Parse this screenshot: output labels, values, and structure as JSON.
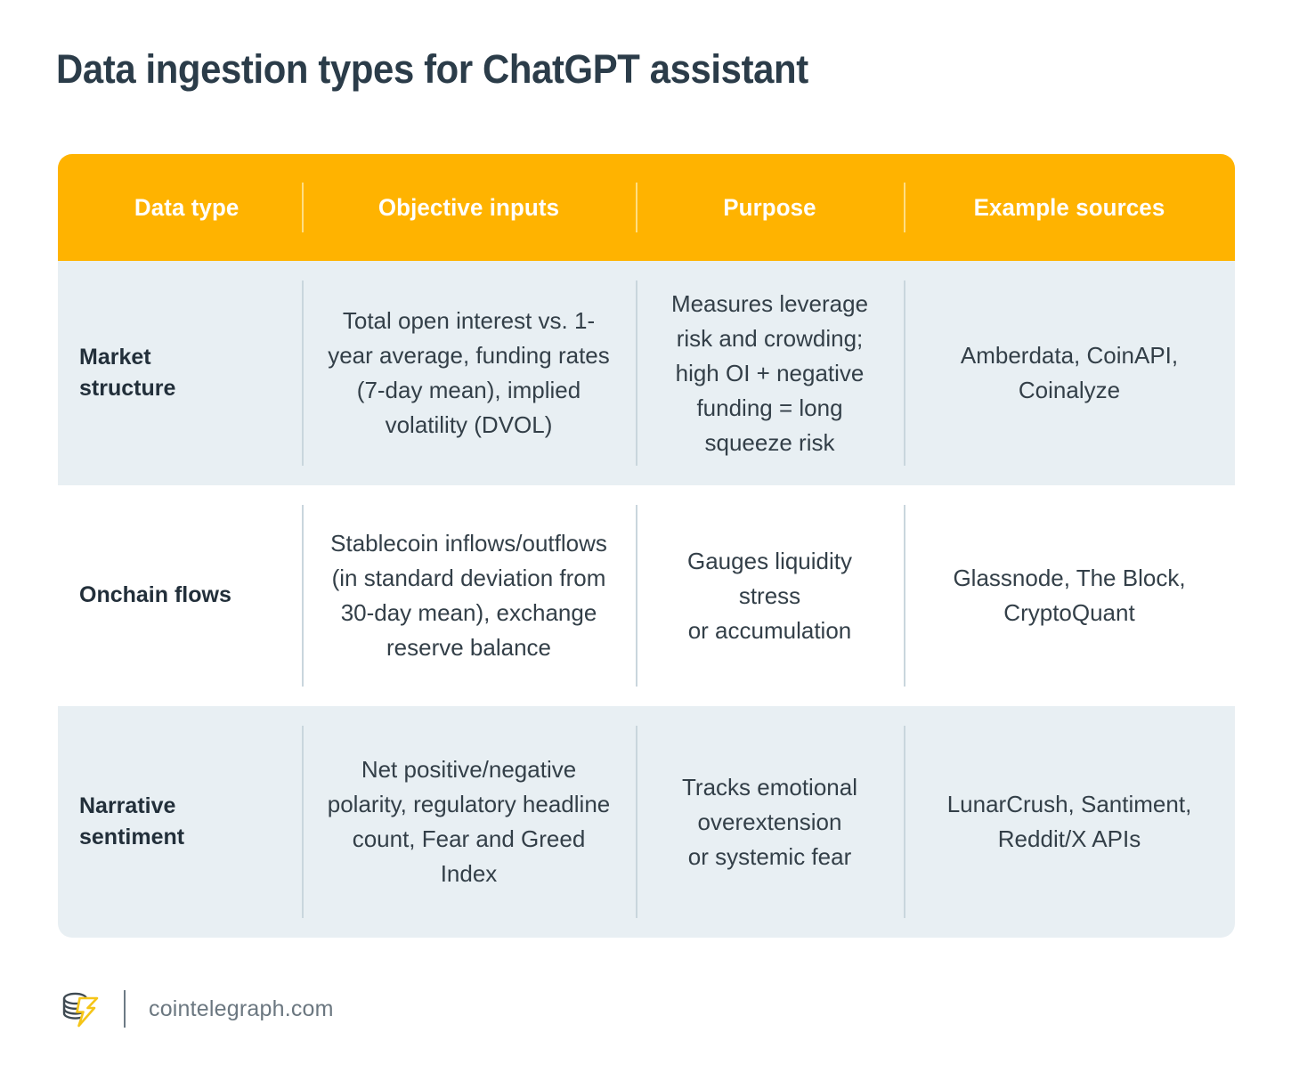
{
  "page": {
    "title": "Data ingestion types for ChatGPT assistant",
    "accent_color": "#FFB300",
    "row_shade_color": "#E8EFF3",
    "text_color": "#333f48",
    "title_color": "#2b3c49"
  },
  "table": {
    "columns": [
      {
        "label": "Data type"
      },
      {
        "label": "Objective inputs"
      },
      {
        "label": "Purpose"
      },
      {
        "label": "Example sources"
      }
    ],
    "rows": [
      {
        "data_type": "Market\nstructure",
        "objective_inputs": "Total open interest vs. 1-year average, funding rates (7-day mean), implied volatility (DVOL)",
        "purpose": "Measures leverage risk and crowding; high OI + negative funding = long squeeze risk",
        "example_sources": "Amberdata, CoinAPI, Coinalyze"
      },
      {
        "data_type": "Onchain flows",
        "objective_inputs": "Stablecoin inflows/outflows (in standard deviation from 30-day mean), exchange reserve balance",
        "purpose": "Gauges liquidity stress\nor accumulation",
        "example_sources": "Glassnode, The Block, CryptoQuant"
      },
      {
        "data_type": "Narrative\nsentiment",
        "objective_inputs": "Net positive/negative polarity, regulatory headline count, Fear and Greed Index",
        "purpose": "Tracks emotional overextension\nor systemic fear",
        "example_sources": "LunarCrush, Santiment, Reddit/X APIs"
      }
    ]
  },
  "footer": {
    "logo_name": "cointelegraph-coin-bolt-logo",
    "site": "cointelegraph.com",
    "logo_coin_color": "#3f4a52",
    "logo_bolt_color": "#F5C518"
  }
}
